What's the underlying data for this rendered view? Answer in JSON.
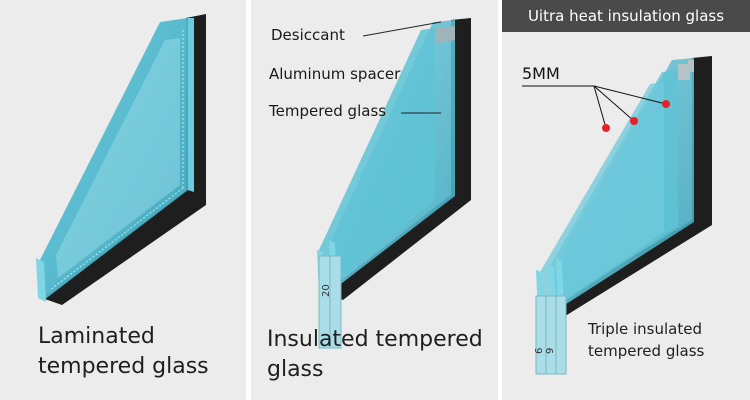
{
  "panels": {
    "laminated": {
      "caption_line1": "Laminated",
      "caption_line2": "tempered glass"
    },
    "insulated": {
      "labels": {
        "desiccant": "Desiccant",
        "spacer": "Aluminum spacer",
        "tempered": "Tempered glass"
      },
      "dimension": "20",
      "caption_line1": "Insulated tempered",
      "caption_line2": "glass"
    },
    "triple": {
      "banner": "Uitra heat insulation glass",
      "gap_label": "5MM",
      "dimensions": [
        "6",
        "9"
      ],
      "caption_line1": "Triple insulated",
      "caption_line2": "tempered glass"
    }
  },
  "colors": {
    "panel_bg": "#ececec",
    "glass": "#5fc3d6",
    "glass_edge": "#7fd6e4",
    "frame": "#1e1e1e",
    "banner_bg": "#4a4a4a",
    "marker": "#e8202a"
  }
}
